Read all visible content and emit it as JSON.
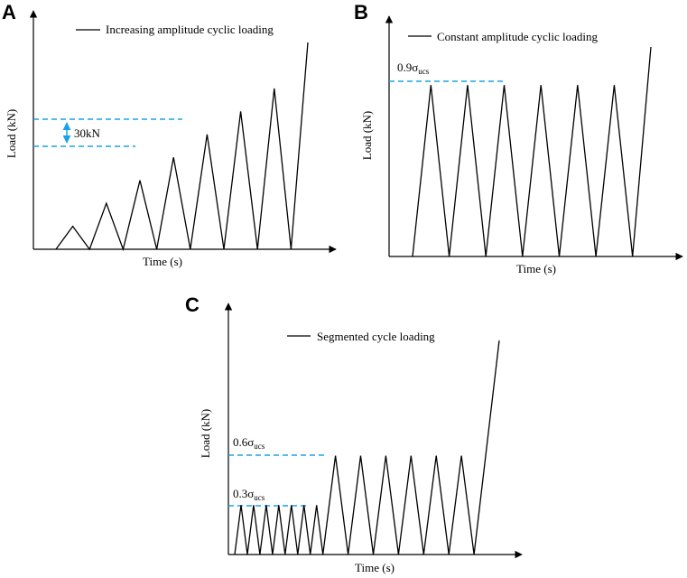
{
  "panels": [
    {
      "letter": "A",
      "legend": "Increasing amplitude cyclic loading",
      "xlabel": "Time (s)",
      "ylabel": "Load (kN)",
      "annotation": "30kN"
    },
    {
      "letter": "B",
      "legend": "Constant amplitude cyclic loading",
      "xlabel": "Time (s)",
      "ylabel": "Load (kN)",
      "level_label": {
        "prefix": "0.9",
        "symbol": "σ",
        "sub": "ucs"
      }
    },
    {
      "letter": "C",
      "legend": "Segmented cycle loading",
      "xlabel": "Time (s)",
      "ylabel": "Load (kN)",
      "level_labels": [
        {
          "prefix": "0.6",
          "symbol": "σ",
          "sub": "ucs"
        },
        {
          "prefix": "0.3",
          "symbol": "σ",
          "sub": "ucs"
        }
      ]
    }
  ],
  "colors": {
    "line": "#000000",
    "dash": "#1aa3e8"
  },
  "chart_data": [
    {
      "type": "line",
      "panel": "A",
      "title": "",
      "xlabel": "Time (s)",
      "ylabel": "Load (kN)",
      "series": [
        {
          "name": "Increasing amplitude cyclic loading",
          "points": [
            [
              0,
              0
            ],
            [
              1,
              1
            ],
            [
              2,
              0
            ],
            [
              3,
              2
            ],
            [
              4,
              0
            ],
            [
              5,
              3
            ],
            [
              6,
              0
            ],
            [
              7,
              4
            ],
            [
              8,
              0
            ],
            [
              9,
              5
            ],
            [
              10,
              0
            ],
            [
              11,
              6
            ],
            [
              12,
              0
            ],
            [
              13,
              7
            ],
            [
              14,
              0
            ],
            [
              15,
              9
            ]
          ]
        }
      ],
      "annotation": {
        "text": "30kN",
        "from_peak": 4,
        "to_peak": 5
      },
      "grid": false
    },
    {
      "type": "line",
      "panel": "B",
      "title": "",
      "xlabel": "Time (s)",
      "ylabel": "Load (kN)",
      "series": [
        {
          "name": "Constant amplitude cyclic loading",
          "points": [
            [
              0,
              0
            ],
            [
              1,
              0.9
            ],
            [
              2,
              0
            ],
            [
              3,
              0.9
            ],
            [
              4,
              0
            ],
            [
              5,
              0.9
            ],
            [
              6,
              0
            ],
            [
              7,
              0.9
            ],
            [
              8,
              0
            ],
            [
              9,
              0.9
            ],
            [
              10,
              0
            ],
            [
              11,
              0.9
            ],
            [
              12,
              0
            ],
            [
              13,
              1.1
            ]
          ]
        }
      ],
      "reference_levels": [
        0.9
      ],
      "grid": false
    },
    {
      "type": "line",
      "panel": "C",
      "title": "",
      "xlabel": "Time (s)",
      "ylabel": "Load (kN)",
      "series": [
        {
          "name": "Segmented cycle loading",
          "points": [
            [
              0,
              0
            ],
            [
              0.5,
              0.3
            ],
            [
              1,
              0
            ],
            [
              1.5,
              0.3
            ],
            [
              2,
              0
            ],
            [
              2.5,
              0.3
            ],
            [
              3,
              0
            ],
            [
              3.5,
              0.3
            ],
            [
              4,
              0
            ],
            [
              4.5,
              0.3
            ],
            [
              5,
              0
            ],
            [
              5.5,
              0.3
            ],
            [
              6,
              0
            ],
            [
              6.5,
              0.3
            ],
            [
              7,
              0
            ],
            [
              8,
              0.6
            ],
            [
              9,
              0
            ],
            [
              10,
              0.6
            ],
            [
              11,
              0
            ],
            [
              12,
              0.6
            ],
            [
              13,
              0
            ],
            [
              14,
              0.6
            ],
            [
              15,
              0
            ],
            [
              16,
              0.6
            ],
            [
              17,
              0
            ],
            [
              18,
              0.6
            ],
            [
              19,
              0
            ],
            [
              21,
              1.3
            ]
          ]
        }
      ],
      "reference_levels": [
        0.3,
        0.6
      ],
      "grid": false
    }
  ]
}
